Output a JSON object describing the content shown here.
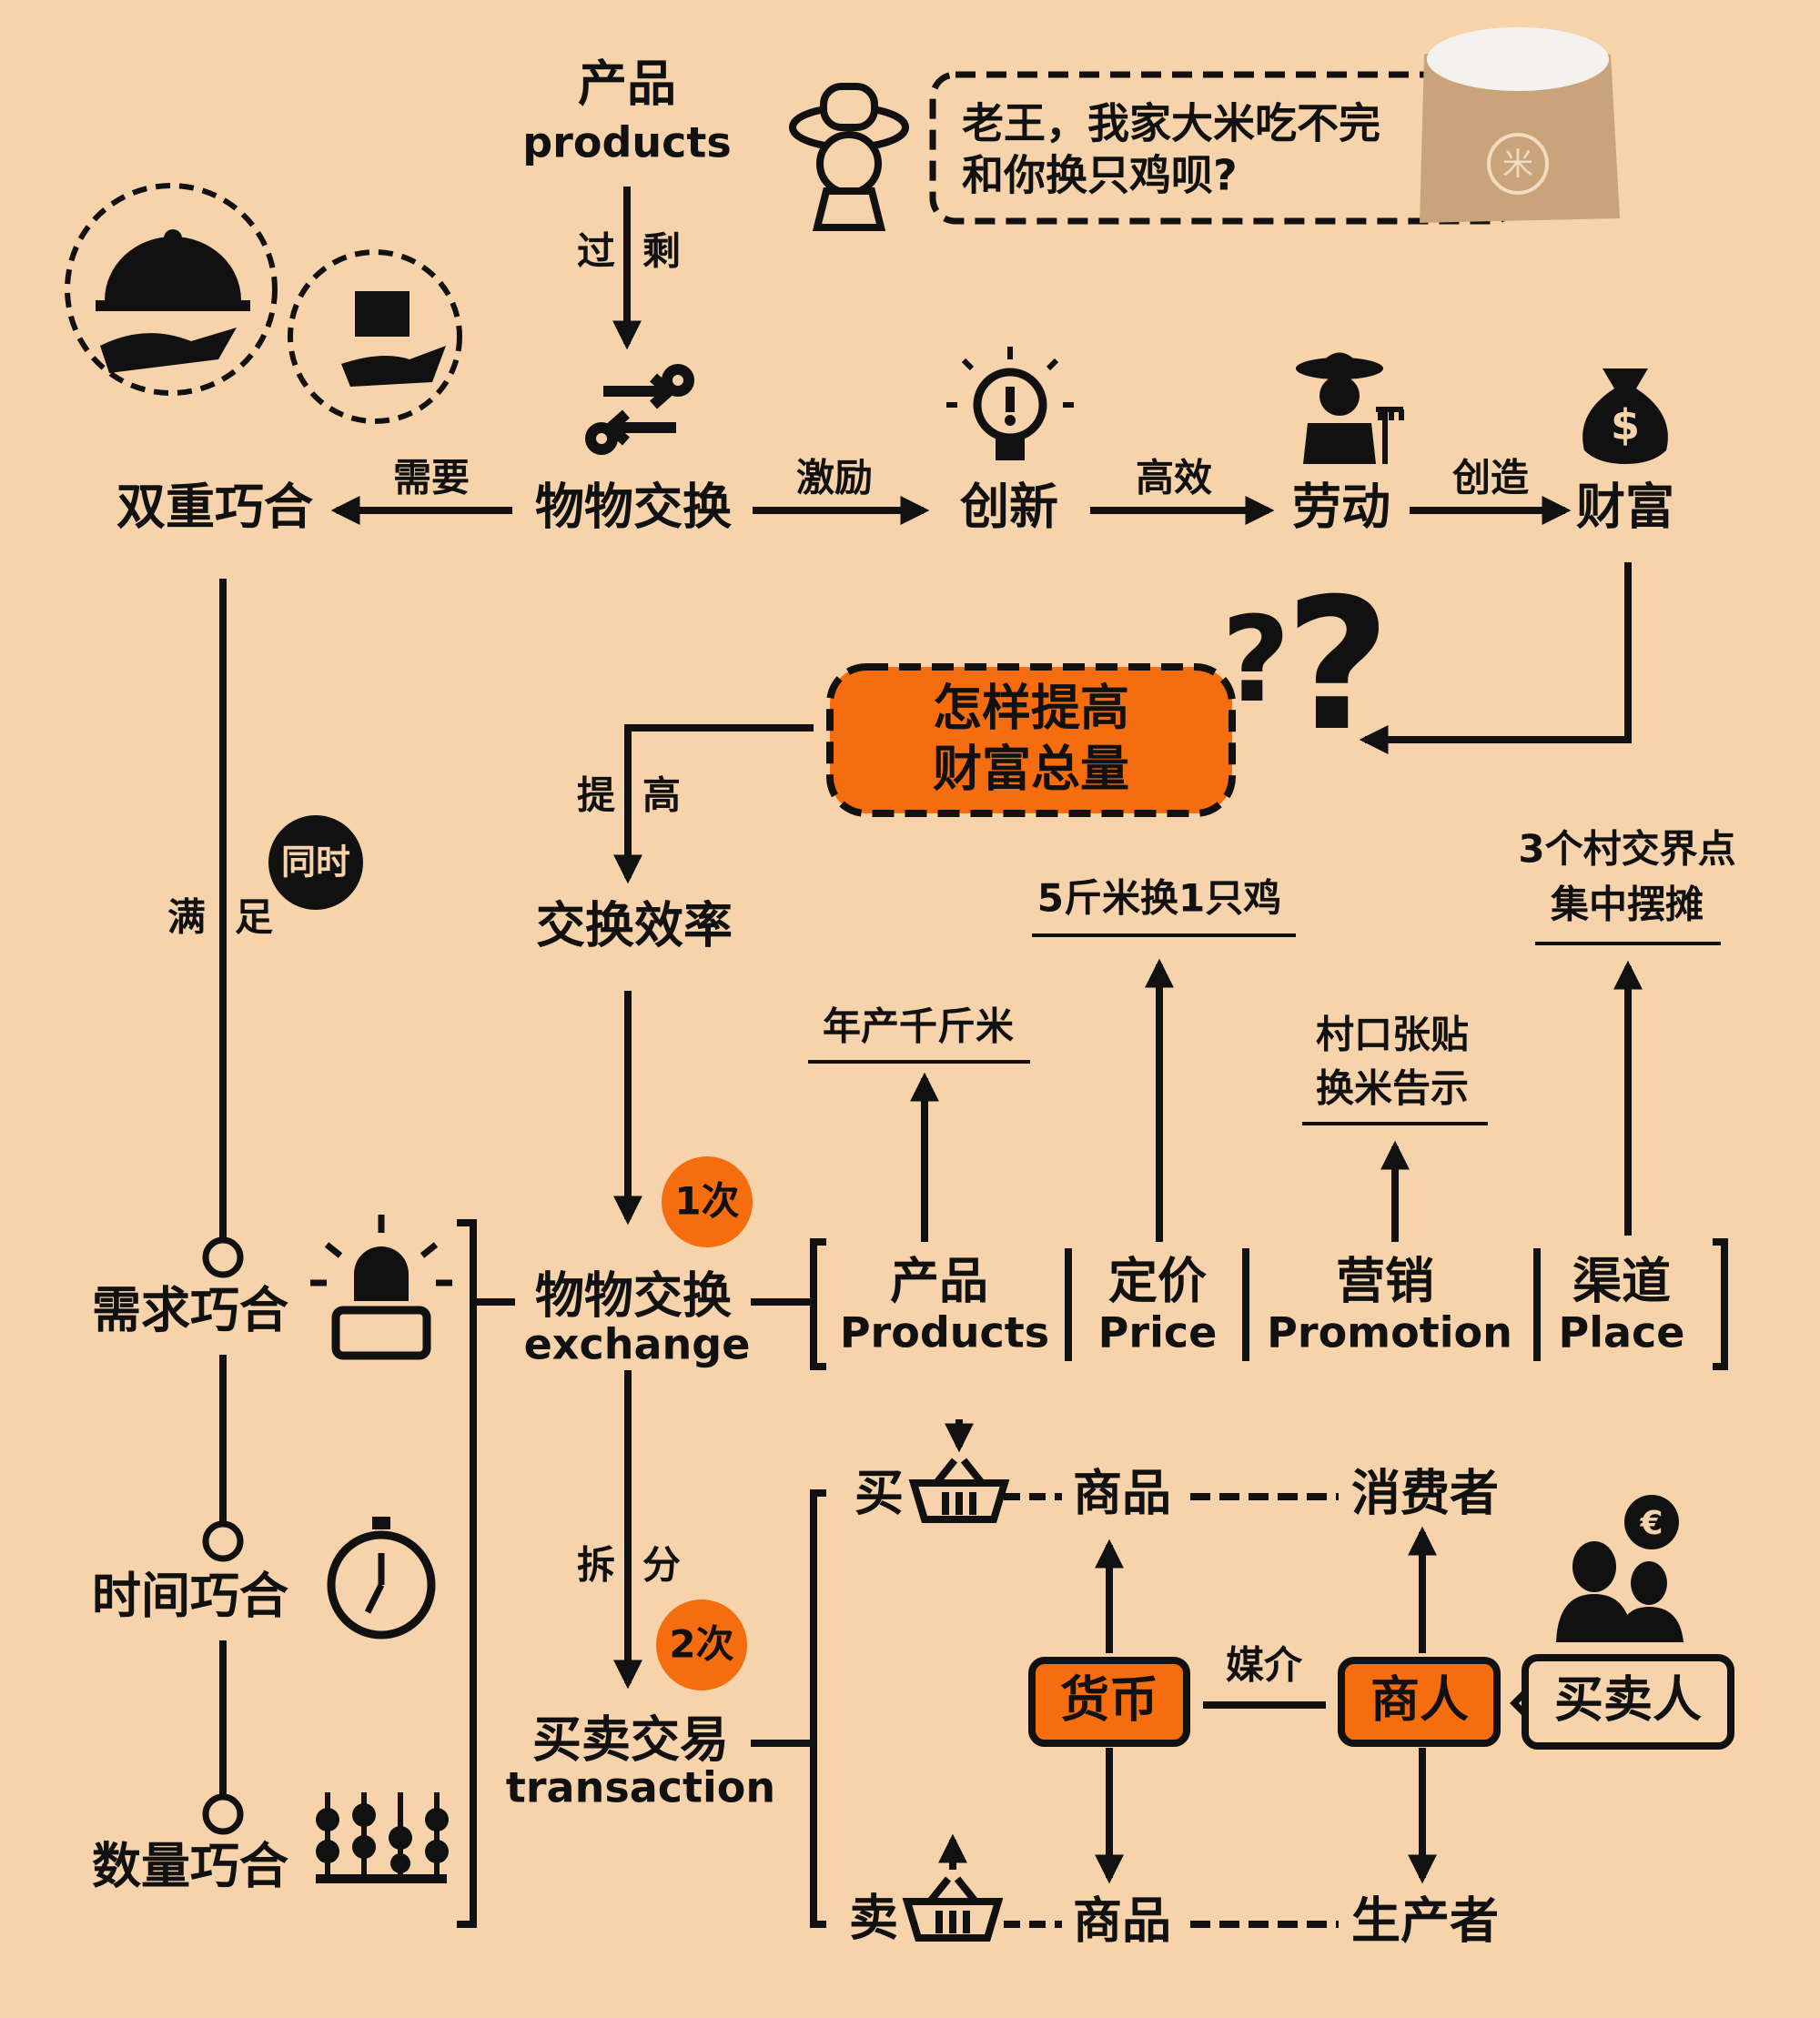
{
  "colors": {
    "background": "#f6d3aa",
    "accent": "#f56d0e",
    "ink": "#111111"
  },
  "top": {
    "product_cn": "产品",
    "product_en": "products",
    "excess_1": "过",
    "excess_2": "剩"
  },
  "speech": {
    "line1": "老王，我家大米吃不完",
    "line2": "和你换只鸡呗?",
    "bag_mark": "米"
  },
  "row1": {
    "double_coincidence": "双重巧合",
    "need": "需要",
    "barter": "物物交换",
    "incentive": "激励",
    "innovation": "创新",
    "efficient": "高效",
    "labor": "劳动",
    "create": "创造",
    "wealth": "财富"
  },
  "question_box": {
    "line1": "怎样提高",
    "line2": "财富总量"
  },
  "improve": {
    "c1": "提",
    "c2": "高"
  },
  "efficiency": "交换效率",
  "satisfy": {
    "c1": "满",
    "c2": "足",
    "badge": "同时"
  },
  "coincidences": [
    "需求巧合",
    "时间巧合",
    "数量巧合"
  ],
  "exchange": {
    "cn": "物物交换",
    "en": "exchange",
    "badge": "1次"
  },
  "split": {
    "c1": "拆",
    "c2": "分",
    "badge": "2次"
  },
  "transaction": {
    "cn": "买卖交易",
    "en": "transaction"
  },
  "four_p": [
    {
      "cn": "产品",
      "en": "Products",
      "note": [
        "年产千斤米"
      ]
    },
    {
      "cn": "定价",
      "en": "Price",
      "note": [
        "5斤米换1只鸡"
      ]
    },
    {
      "cn": "营销",
      "en": "Promotion",
      "note": [
        "村口张贴",
        "换米告示"
      ]
    },
    {
      "cn": "渠道",
      "en": "Place",
      "note": [
        "3个村交界点",
        "集中摆摊"
      ]
    }
  ],
  "market": {
    "buy": "买",
    "sell": "卖",
    "goods": "商品",
    "consumer": "消费者",
    "producer": "生产者",
    "money": "货币",
    "medium": "媒介",
    "merchant": "商人",
    "trader": "买卖人",
    "coin": "€"
  }
}
